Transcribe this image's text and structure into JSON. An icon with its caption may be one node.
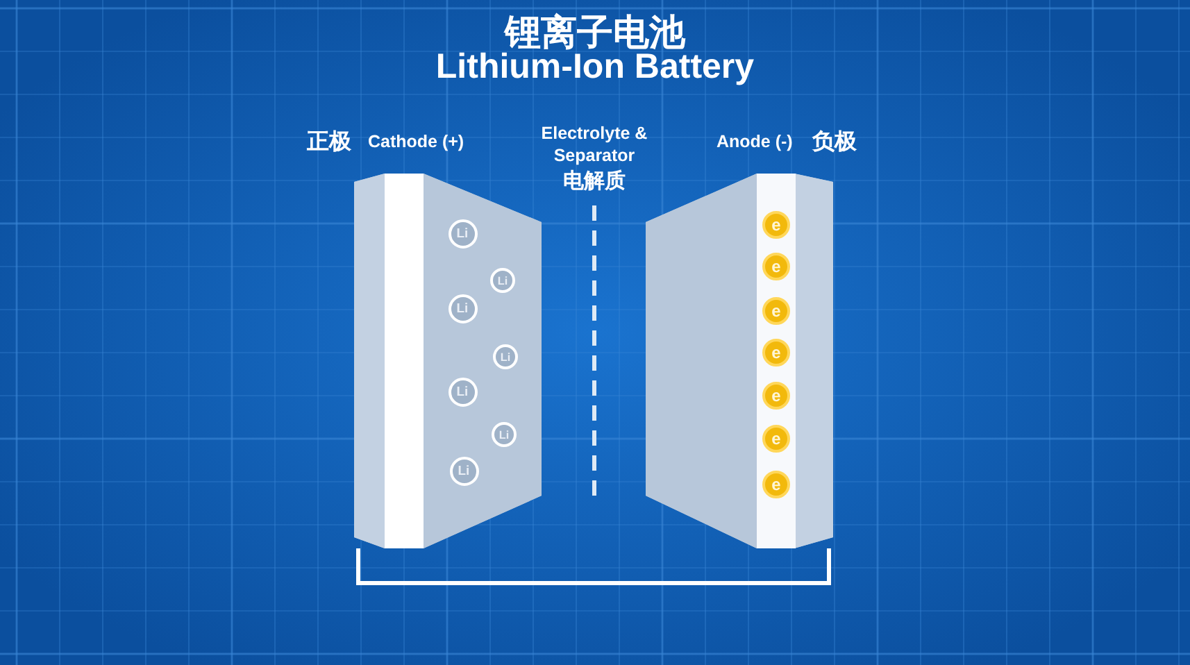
{
  "diagram": {
    "title": "锂离子电池",
    "nodes": [
      {
        "text": [
          "正极",
          "Cathode (+)"
        ]
      },
      {
        "text": [
          "Anode (-)",
          "负极"
        ]
      },
      {
        "text": [
          "Li"
        ],
        "in": 0
      },
      {
        "text": [
          "Li"
        ],
        "in": 0
      },
      {
        "text": [
          "Li"
        ],
        "in": 0
      },
      {
        "text": [
          "Li"
        ],
        "in": 0
      },
      {
        "text": [
          "Li"
        ],
        "in": 0
      },
      {
        "text": [
          "Li"
        ],
        "in": 0
      },
      {
        "text": [
          "Li"
        ],
        "in": 0
      },
      {
        "text": [
          "e"
        ],
        "in": 1
      },
      {
        "text": [
          "e"
        ],
        "in": 1
      },
      {
        "text": [
          "e"
        ],
        "in": 1
      },
      {
        "text": [
          "e"
        ],
        "in": 1
      },
      {
        "text": [
          "e"
        ],
        "in": 1
      },
      {
        "text": [
          "e"
        ],
        "in": 1
      },
      {
        "text": [
          "e"
        ],
        "in": 1
      }
    ],
    "edges": [
      {
        "from": 0,
        "to": 1,
        "arrow": "none"
      }
    ],
    "labels": [
      "Lithium-Ion Battery",
      "Electrolyte & Separator",
      "电解质"
    ]
  }
}
